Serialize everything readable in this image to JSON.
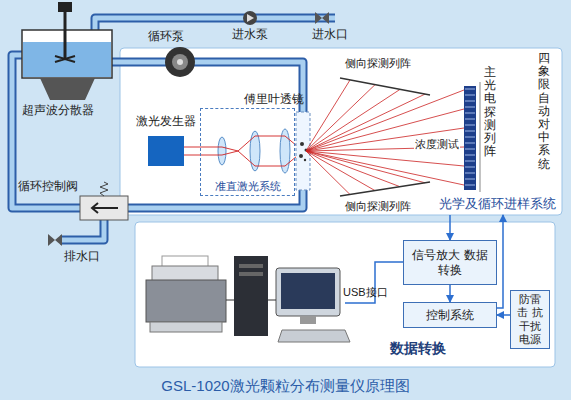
{
  "diagram": {
    "caption": "GSL-1020激光颗粒分布测量仪原理图",
    "nodes": [
      {
        "text": [
          "光学及循环进样系统"
        ]
      },
      {
        "text": [
          "准直激光系统"
        ],
        "in": 0
      },
      {
        "text": [
          "数据转换"
        ]
      },
      {
        "text": [
          "信号放大 数据转换"
        ],
        "in": 2
      },
      {
        "text": [
          "控制系统"
        ],
        "in": 2
      },
      {
        "text": [
          "防雷击 抗干扰 电源"
        ],
        "in": 2
      }
    ],
    "edges": [
      {
        "from": 0,
        "to": 3,
        "arrow": "to"
      },
      {
        "from": 3,
        "to": 4,
        "arrow": "to"
      },
      {
        "from": 4,
        "to": 0,
        "arrow": "to"
      },
      {
        "from": 5,
        "to": 4,
        "arrow": "to"
      }
    ],
    "labels": [
      "进水泵",
      "进水口",
      "循环泵",
      "超声波分散器",
      "激光发生器",
      "傅里叶透镜",
      "侧向探测列阵",
      "主光电探测列阵",
      "四象限自动对中系统",
      "浓度测试",
      "侧向探测列阵",
      "循环控制阀",
      "排水口",
      "USB接口"
    ]
  }
}
